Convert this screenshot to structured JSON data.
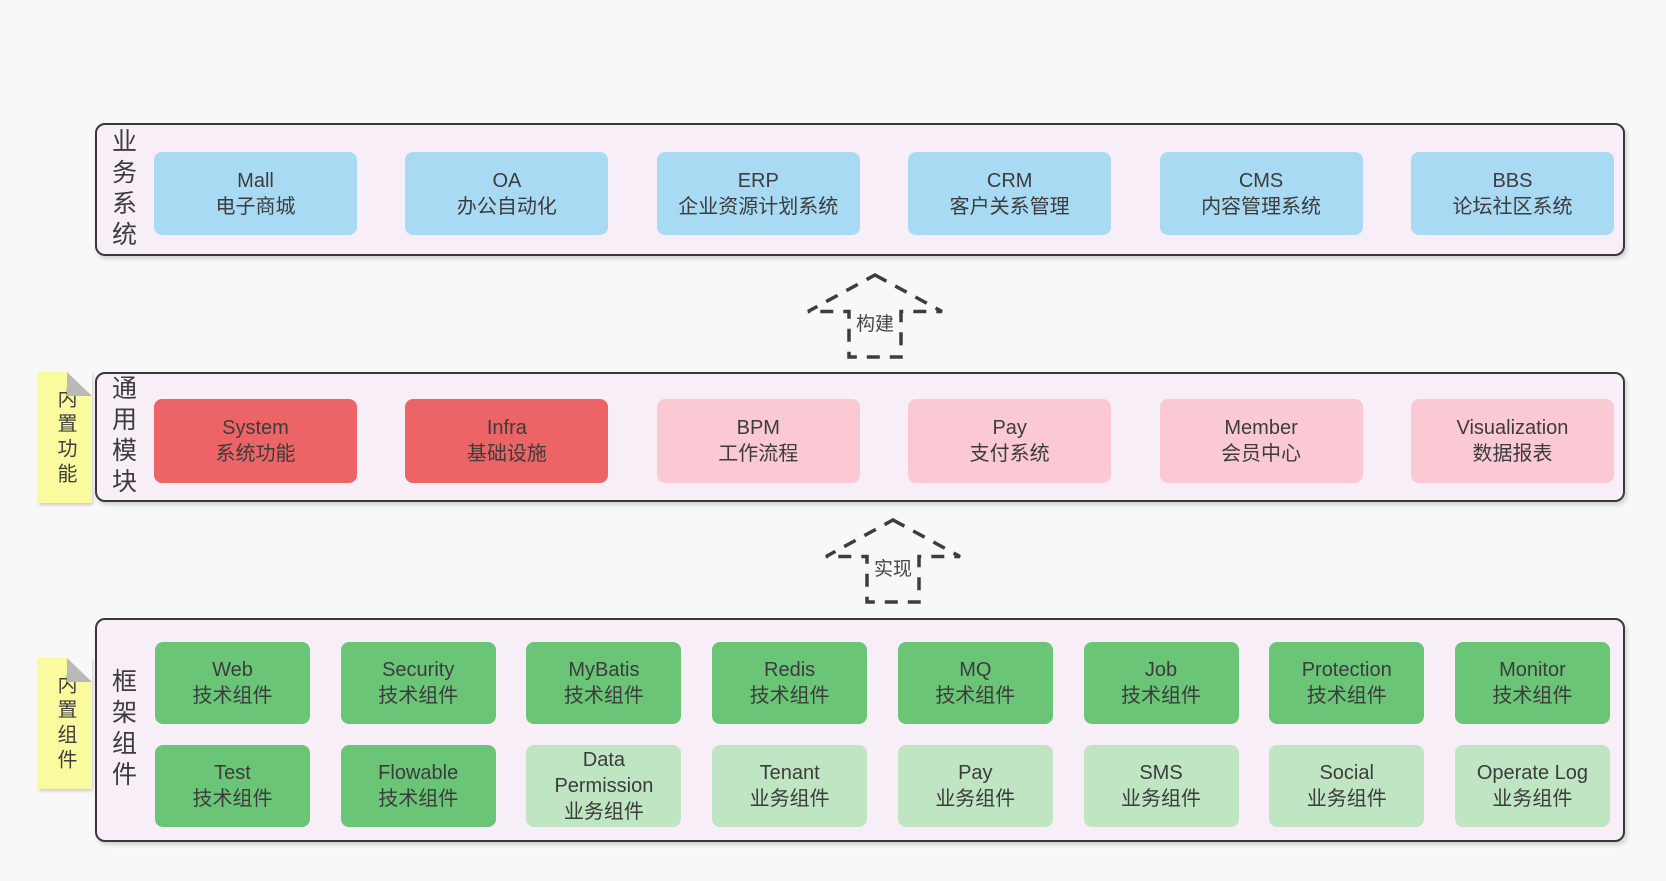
{
  "colors": {
    "page_bg": "#f8f8f8",
    "panel_bg": "#f8eef7",
    "panel_border": "#383838",
    "blue": "#a9daf3",
    "red": "#ed6466",
    "pink": "#fbc9d3",
    "green": "#6ac577",
    "lightgreen": "#bfe5c3",
    "sticky_yellow": "#fafa9e",
    "sticky_fold": "#b9b9b9",
    "text": "#3c3c3c"
  },
  "arrows": [
    {
      "label": "构建"
    },
    {
      "label": "实现"
    }
  ],
  "layers": [
    {
      "label": "业务系统",
      "boxes": [
        {
          "name": "Mall",
          "sub": "电子商城",
          "variant": "blue"
        },
        {
          "name": "OA",
          "sub": "办公自动化",
          "variant": "blue"
        },
        {
          "name": "ERP",
          "sub": "企业资源计划系统",
          "variant": "blue"
        },
        {
          "name": "CRM",
          "sub": "客户关系管理",
          "variant": "blue"
        },
        {
          "name": "CMS",
          "sub": "内容管理系统",
          "variant": "blue"
        },
        {
          "name": "BBS",
          "sub": "论坛社区系统",
          "variant": "blue"
        }
      ]
    },
    {
      "label": "通用模块",
      "tag": "内置功能",
      "boxes": [
        {
          "name": "System",
          "sub": "系统功能",
          "variant": "red"
        },
        {
          "name": "Infra",
          "sub": "基础设施",
          "variant": "red"
        },
        {
          "name": "BPM",
          "sub": "工作流程",
          "variant": "pink"
        },
        {
          "name": "Pay",
          "sub": "支付系统",
          "variant": "pink"
        },
        {
          "name": "Member",
          "sub": "会员中心",
          "variant": "pink"
        },
        {
          "name": "Visualization",
          "sub": "数据报表",
          "variant": "pink"
        }
      ]
    },
    {
      "label": "框架组件",
      "tag": "内置组件",
      "rows": [
        [
          {
            "name": "Web",
            "sub": "技术组件",
            "variant": "green"
          },
          {
            "name": "Security",
            "sub": "技术组件",
            "variant": "green"
          },
          {
            "name": "MyBatis",
            "sub": "技术组件",
            "variant": "green"
          },
          {
            "name": "Redis",
            "sub": "技术组件",
            "variant": "green"
          },
          {
            "name": "MQ",
            "sub": "技术组件",
            "variant": "green"
          },
          {
            "name": "Job",
            "sub": "技术组件",
            "variant": "green"
          },
          {
            "name": "Protection",
            "sub": "技术组件",
            "variant": "green"
          },
          {
            "name": "Monitor",
            "sub": "技术组件",
            "variant": "green"
          }
        ],
        [
          {
            "name": "Test",
            "sub": "技术组件",
            "variant": "green"
          },
          {
            "name": "Flowable",
            "sub": "技术组件",
            "variant": "green"
          },
          {
            "name": "Data Permission",
            "sub": "业务组件",
            "variant": "lightgreen"
          },
          {
            "name": "Tenant",
            "sub": "业务组件",
            "variant": "lightgreen"
          },
          {
            "name": "Pay",
            "sub": "业务组件",
            "variant": "lightgreen"
          },
          {
            "name": "SMS",
            "sub": "业务组件",
            "variant": "lightgreen"
          },
          {
            "name": "Social",
            "sub": "业务组件",
            "variant": "lightgreen"
          },
          {
            "name": "Operate Log",
            "sub": "业务组件",
            "variant": "lightgreen"
          }
        ]
      ]
    }
  ]
}
